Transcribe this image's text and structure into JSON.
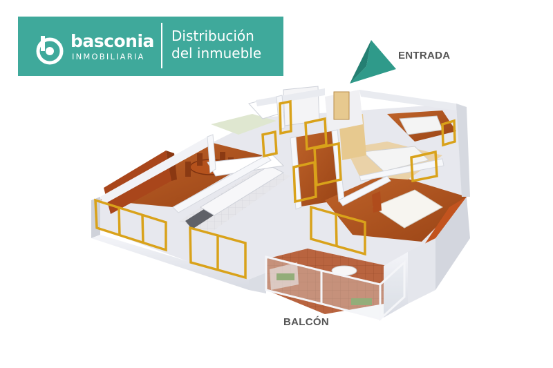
{
  "brand": {
    "name": "basconia",
    "tagline": "INMOBILIARIA",
    "color": "#3fa99b"
  },
  "title": {
    "line1": "Distribución",
    "line2": "del inmueble"
  },
  "labels": {
    "entrance": "ENTRADA",
    "balcony": "BALCÓN"
  },
  "colors": {
    "floor_wood": "#b4521f",
    "window_frame": "#d9a21a",
    "wall": "#eef0f4",
    "entrance_arrow": "#2f9a8a"
  }
}
